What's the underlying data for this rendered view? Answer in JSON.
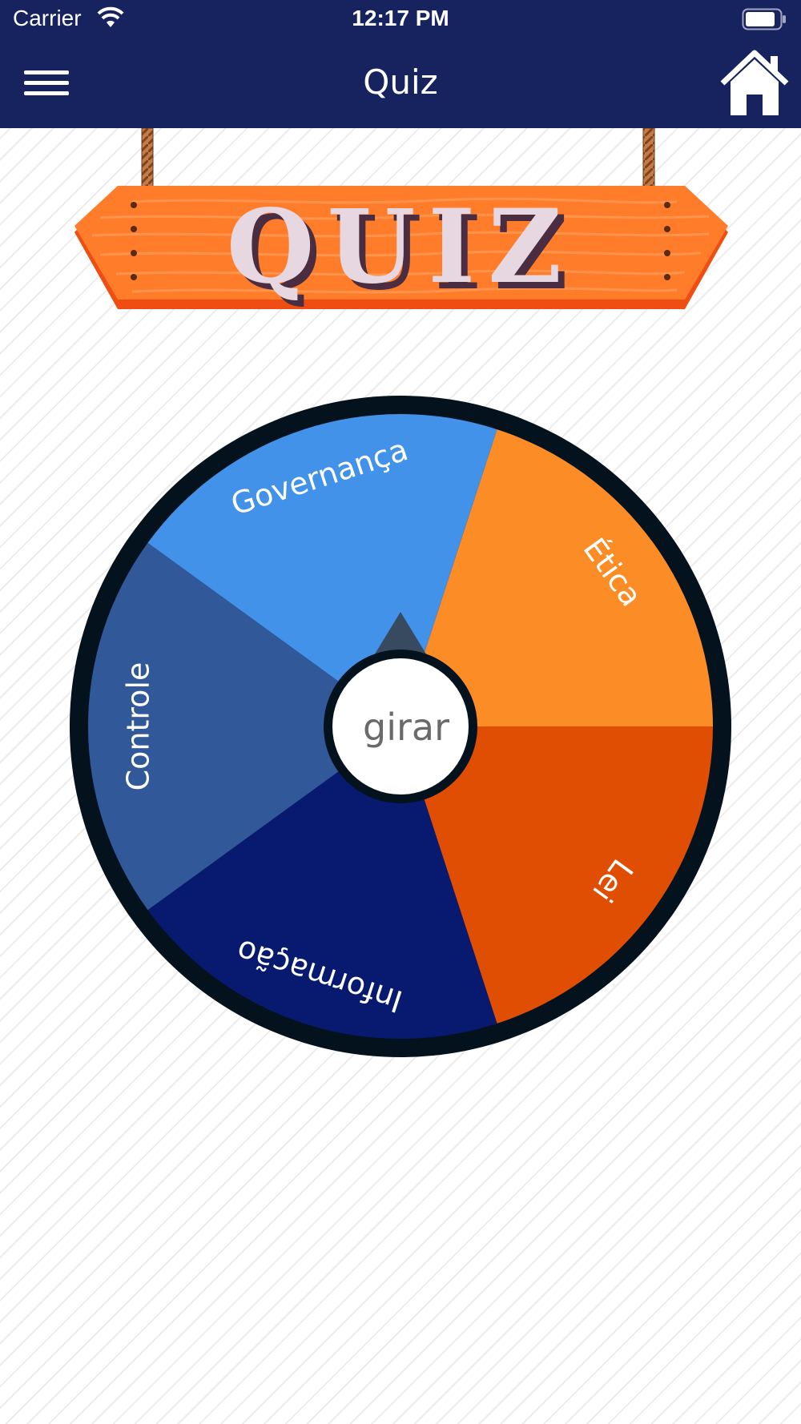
{
  "status_bar": {
    "carrier": "Carrier",
    "time": "12:17 PM"
  },
  "nav": {
    "title": "Quiz",
    "menu_icon": "hamburger-menu-icon",
    "home_icon": "home-icon"
  },
  "banner": {
    "text": "QUIZ"
  },
  "wheel": {
    "spin_label": "girar",
    "segments": [
      {
        "label": "Ética",
        "color": "#fc8c26"
      },
      {
        "label": "Lei",
        "color": "#df4e03"
      },
      {
        "label": "Informação",
        "color": "#071a6f"
      },
      {
        "label": "Controle",
        "color": "#31599a"
      },
      {
        "label": "Governança",
        "color": "#4392e9"
      }
    ]
  },
  "colors": {
    "nav_bg": "#16235f",
    "wheel_rim": "#03121d",
    "pointer": "#374a5f",
    "banner_wood": "#ff7d2a"
  }
}
